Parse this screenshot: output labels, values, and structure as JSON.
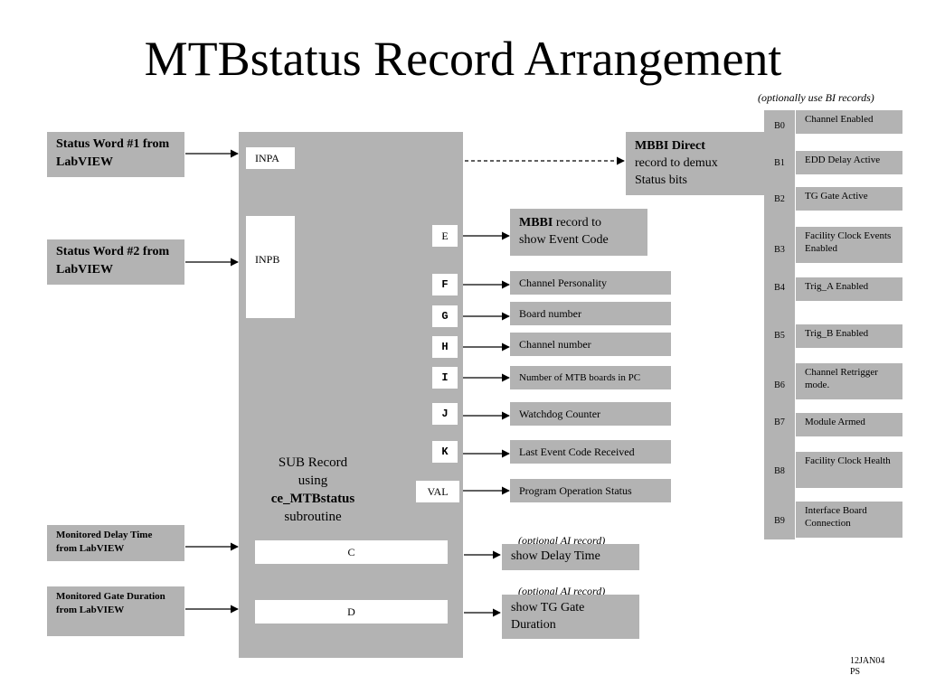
{
  "title": "MTBstatus Record Arrangement",
  "bi_note": "(optionally use BI records)",
  "inputs": {
    "sw1": "Status Word #1 from LabVIEW",
    "sw2": "Status Word #2 from LabVIEW",
    "delay": "Monitored Delay Time from LabVIEW",
    "gate": "Monitored Gate Duration from LabVIEW"
  },
  "sub": {
    "inpa": "INPA",
    "inpb": "INPB",
    "line1": "SUB Record",
    "line2": "using",
    "line3": "ce_MTBstatus",
    "line4": "subroutine",
    "field_c": "C",
    "field_d": "D"
  },
  "fields": {
    "e": "E",
    "f": "F",
    "g": "G",
    "h": "H",
    "i": "I",
    "j": "J",
    "k": "K",
    "val": "VAL"
  },
  "mbbi_direct": {
    "bold": "MBBI Direct",
    "rest1": "record to demux",
    "rest2": "Status bits"
  },
  "mbbi_event": {
    "bold": "MBBI",
    "rest1": " record to",
    "rest2": "show Event Code"
  },
  "outputs": {
    "f": "Channel Personality",
    "g": "Board number",
    "h": "Channel number",
    "i": "Number of MTB boards in PC",
    "j": "Watchdog Counter",
    "k": "Last Event Code Received",
    "val": "Program Operation Status"
  },
  "ai": {
    "note1": "(optional AI record)",
    "delay": "show Delay Time",
    "note2": "(optional AI record)",
    "gate": "show TG Gate Duration"
  },
  "bits": [
    {
      "label": "B0",
      "name": "Channel Enabled"
    },
    {
      "label": "B1",
      "name": "EDD Delay Active"
    },
    {
      "label": "B2",
      "name": "TG Gate Active"
    },
    {
      "label": "B3",
      "name": "Facility Clock Events Enabled"
    },
    {
      "label": "B4",
      "name": "Trig_A Enabled"
    },
    {
      "label": "B5",
      "name": "Trig_B Enabled"
    },
    {
      "label": "B6",
      "name": "Channel Retrigger mode."
    },
    {
      "label": "B7",
      "name": "Module Armed"
    },
    {
      "label": "B8",
      "name": "Facility Clock Health"
    },
    {
      "label": "B9",
      "name": "Interface Board Connection"
    }
  ],
  "footer": {
    "date": "12JAN04",
    "author": "PS"
  }
}
